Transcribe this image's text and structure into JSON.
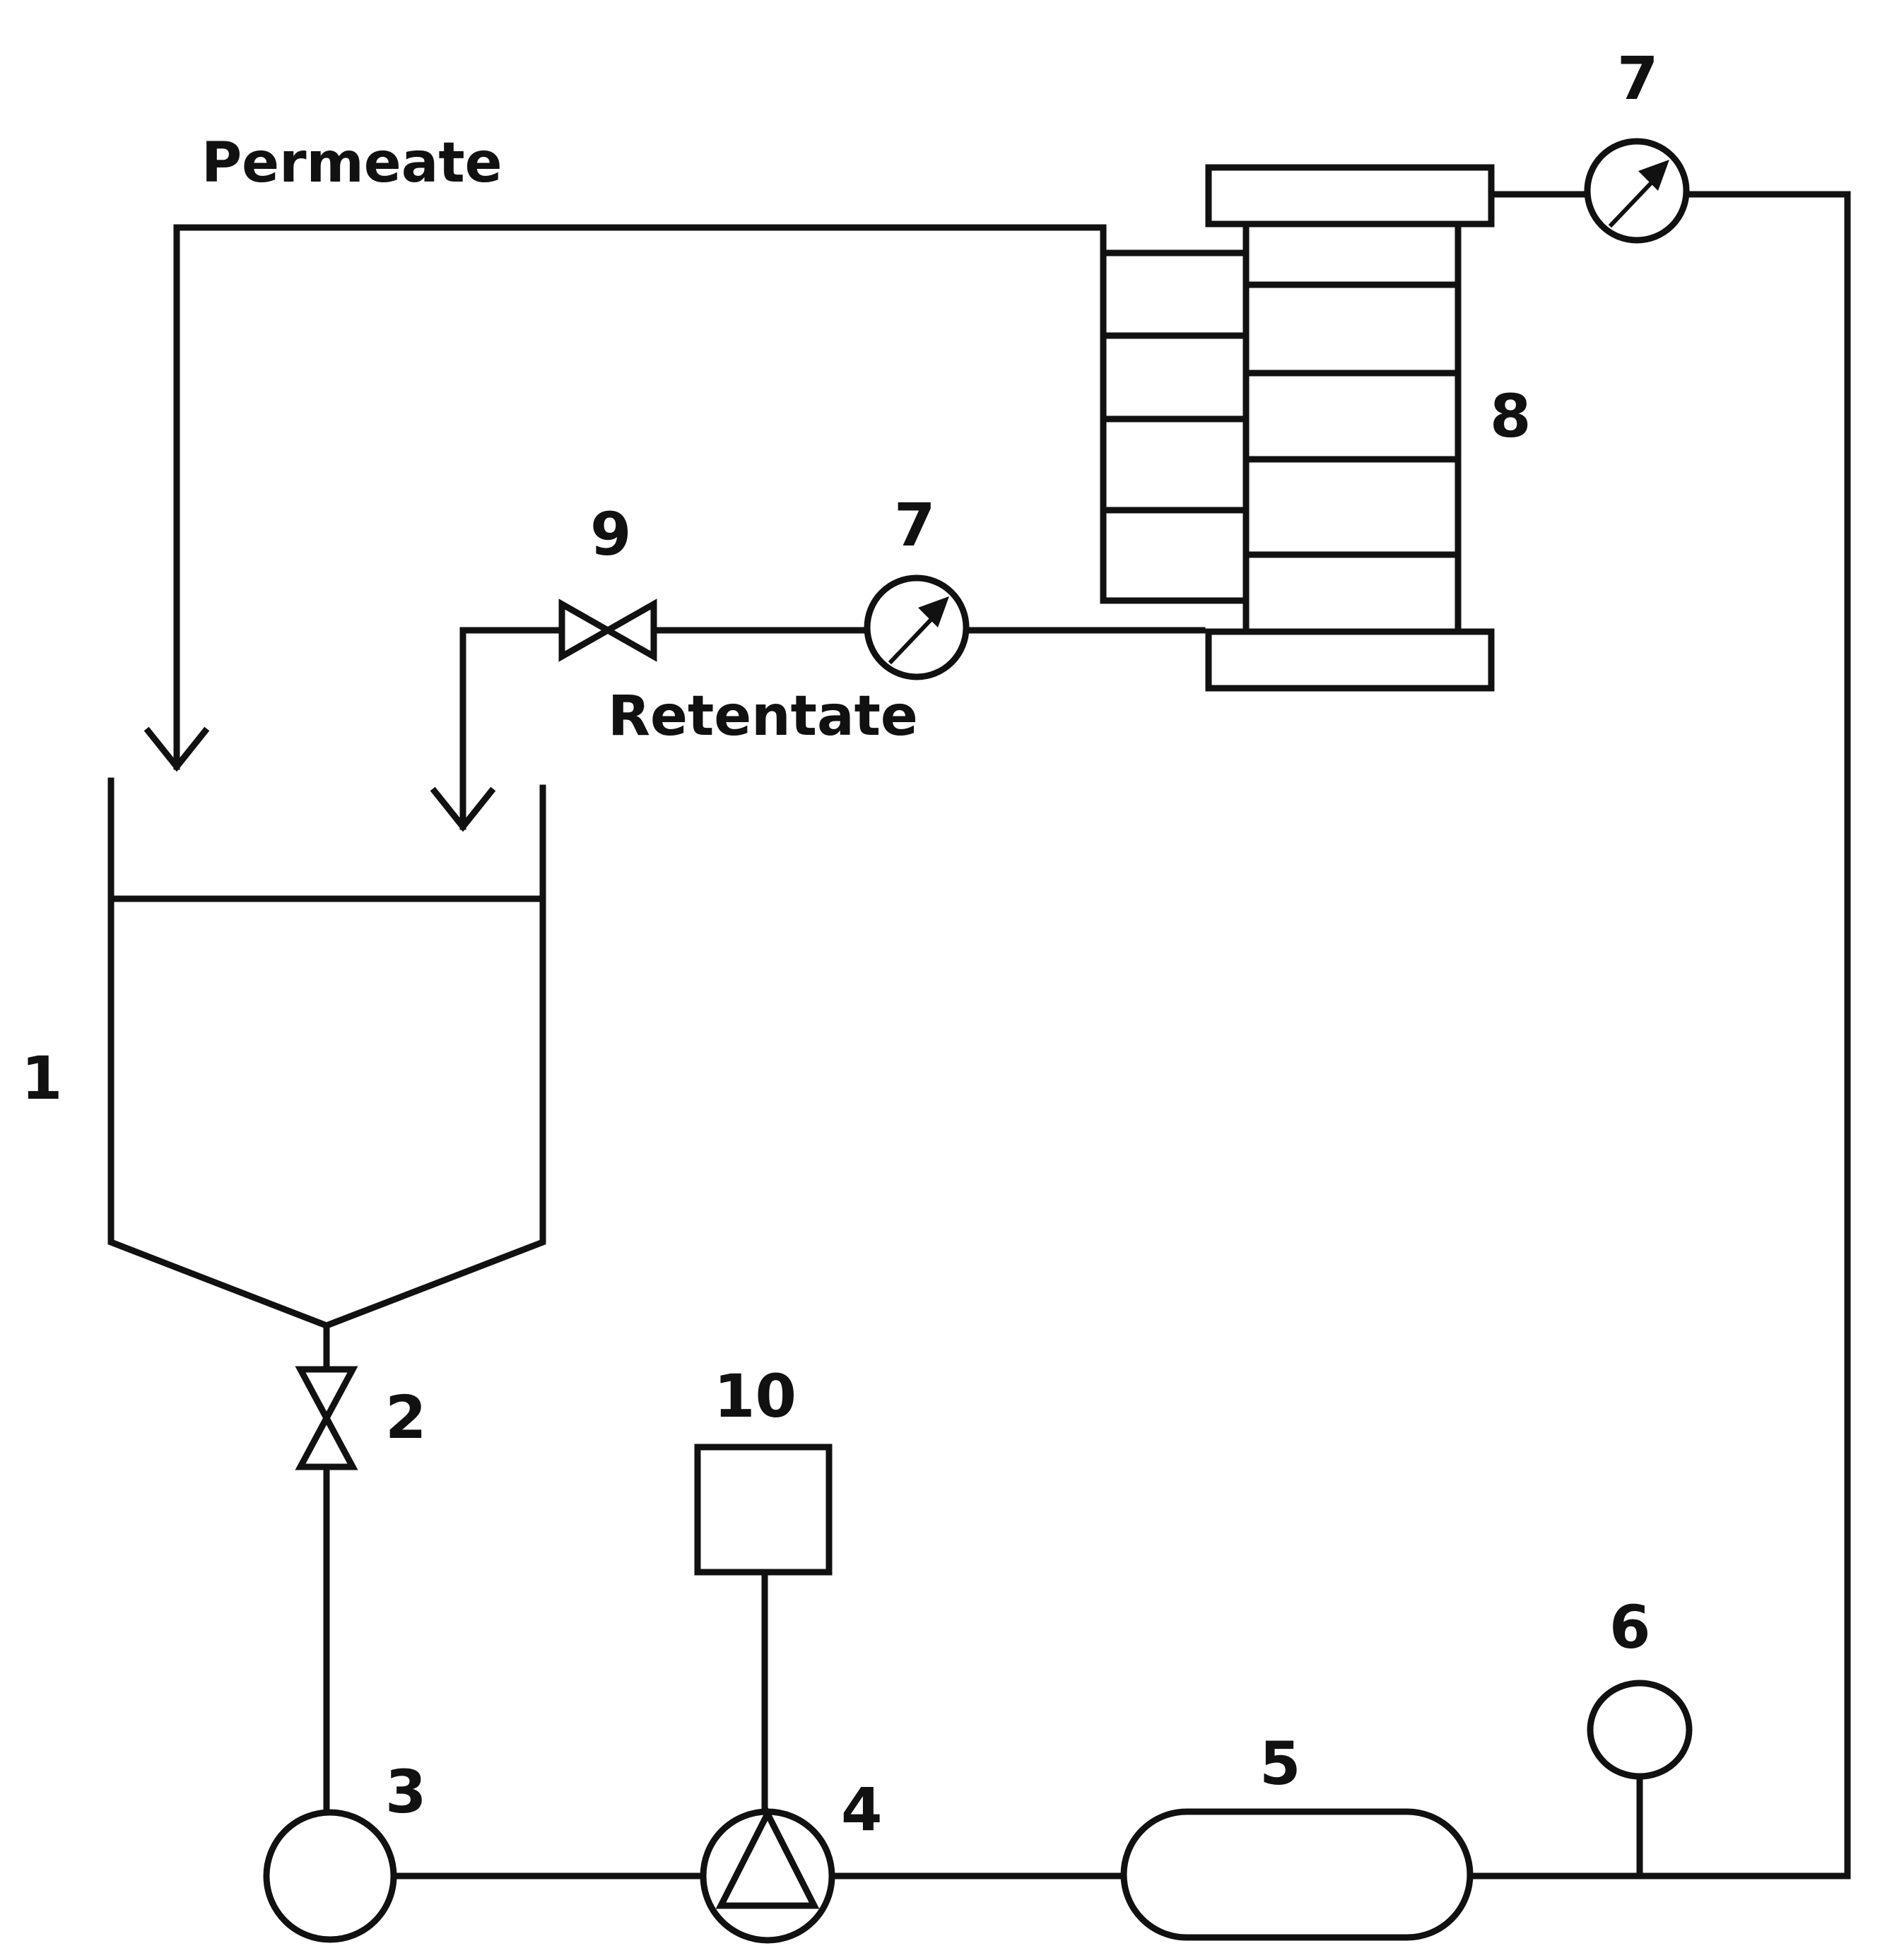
{
  "labels": {
    "permeate": "Permeate",
    "retentate": "Retentate",
    "tank": "1",
    "tank_valve": "2",
    "component_3": "3",
    "pump": "4",
    "component_5": "5",
    "component_6": "6",
    "gauge_top": "7",
    "gauge_mid": "7",
    "membrane_module": "8",
    "retentate_valve": "9",
    "pump_controller": "10"
  },
  "colors": {
    "line": "#111111",
    "background": "#ffffff"
  }
}
